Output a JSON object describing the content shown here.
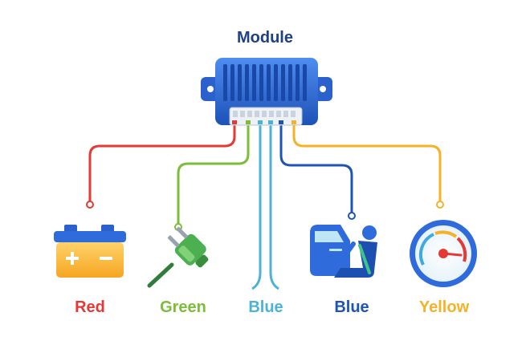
{
  "title": "Module",
  "wires": [
    {
      "label": "Red",
      "color": "#e53935",
      "device": "battery-icon"
    },
    {
      "label": "Green",
      "color": "#7cbd3a",
      "device": "plug-icon"
    },
    {
      "label": "Blue",
      "color": "#4cb3d6",
      "device": "wire-ends"
    },
    {
      "label": "Blue",
      "color": "#1e55b3",
      "device": "car-door-seat-icon"
    },
    {
      "label": "Yellow",
      "color": "#f5b227",
      "device": "speedometer-icon"
    }
  ],
  "colors": {
    "title": "#1f3f86",
    "module_body": "#2f6bdb",
    "module_dark": "#1d4fb0"
  }
}
